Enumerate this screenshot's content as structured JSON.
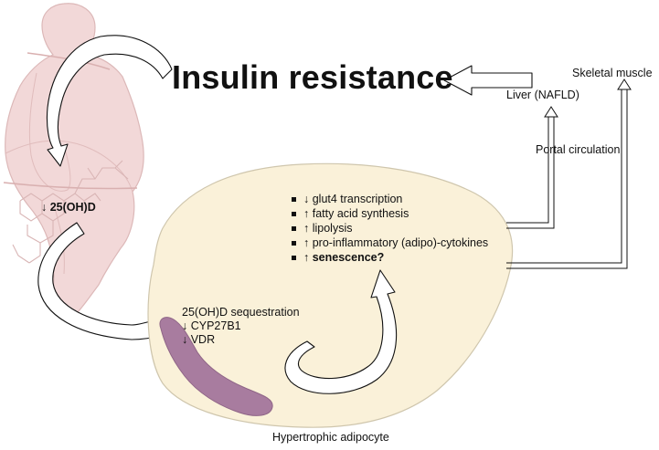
{
  "title": "Insulin resistance",
  "targets": {
    "skeletal_muscle": "Skeletal muscle",
    "liver": "Liver (NAFLD)",
    "portal_circulation": "Portal circulation"
  },
  "serum_label": "↓ 25(OH)D",
  "adipocyte_effects": [
    "↓ glut4 transcription",
    "↑ fatty acid synthesis",
    "↑ lipolysis",
    "↑ pro-inflammatory (adipo)-cytokines",
    "↑ senescence?"
  ],
  "sequestration": [
    "25(OH)D sequestration",
    "↓ CYP27B1",
    "↓ VDR"
  ],
  "adipocyte_label": "Hypertrophic adipocyte",
  "colors": {
    "silhouette": "#f2d8d8",
    "silhouette_stroke": "#dcb8b8",
    "adipocyte_fill": "#faf1d9",
    "adipocyte_stroke": "#cfc6ad",
    "lipid_droplet": "#a87c9f",
    "arrow_stroke": "#111111"
  }
}
